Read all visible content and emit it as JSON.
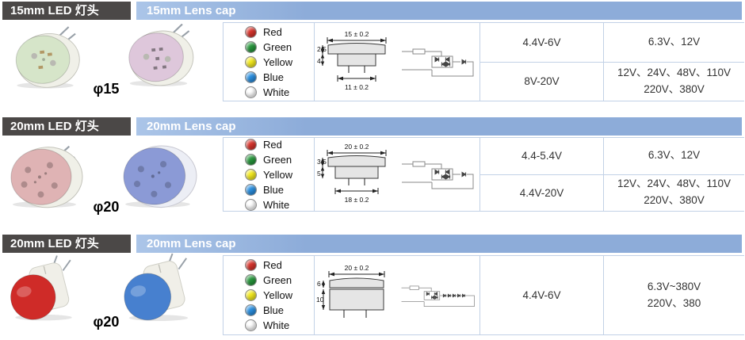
{
  "theme": {
    "tab_bg": "#4b4847",
    "tab_text": "#ffffff",
    "bar_bg_left": "#abc5e8",
    "bar_bg_right": "#8dacd9",
    "bar_text": "#ffffff",
    "table_border": "#c2d1e6",
    "drawing_fill": "#e5e5e5",
    "pin_color": "#98a0a8"
  },
  "legend": [
    {
      "name": "Red",
      "hex": "#d7342c"
    },
    {
      "name": "Green",
      "hex": "#27963c"
    },
    {
      "name": "Yellow",
      "hex": "#f4ea1f"
    },
    {
      "name": "Blue",
      "hex": "#2a8fe0"
    },
    {
      "name": "White",
      "hex": "#ffffff"
    }
  ],
  "sections": [
    {
      "tab_label": "15mm LED 灯头",
      "bar_label": "15mm Lens cap",
      "diameter_label": "φ15",
      "lamps": [
        {
          "style": "disc",
          "face": "#d6e5c9",
          "body": "#f0f0e8"
        },
        {
          "style": "disc",
          "face": "#dec7db",
          "body": "#f0f0e8"
        }
      ],
      "drawing": {
        "top_dim": "15 ± 0.2",
        "cap_h": "2.5",
        "body_h": "4",
        "bottom_dim": "11 ± 0.2"
      },
      "rows": [
        {
          "range": "4.4V-6V",
          "options_line1": "6.3V、12V",
          "options_line2": ""
        },
        {
          "range": "8V-20V",
          "options_line1": "12V、24V、48V、110V",
          "options_line2": "220V、380V"
        }
      ]
    },
    {
      "tab_label": "20mm LED 灯头",
      "bar_label": "20mm Lens cap",
      "diameter_label": "φ20",
      "lamps": [
        {
          "style": "disc",
          "face": "#dfb3b4",
          "body": "#f0f0e8"
        },
        {
          "style": "disc",
          "face": "#8b9ad6",
          "body": "#eceef5"
        }
      ],
      "drawing": {
        "top_dim": "20 ± 0.2",
        "cap_h": "3.5",
        "body_h": "5",
        "bottom_dim": "18 ± 0.2"
      },
      "rows": [
        {
          "range": "4.4-5.4V",
          "options_line1": "6.3V、12V",
          "options_line2": ""
        },
        {
          "range": "4.4V-20V",
          "options_line1": "12V、24V、48V、110V",
          "options_line2": "220V、380V"
        }
      ]
    },
    {
      "tab_label": "20mm LED 灯头",
      "bar_label": "20mm Lens cap",
      "diameter_label": "φ20",
      "lamps": [
        {
          "style": "dome",
          "face": "#cf2b28",
          "body": "#f0efe8"
        },
        {
          "style": "dome",
          "face": "#4780cf",
          "body": "#f0efe8"
        }
      ],
      "drawing": {
        "top_dim": "20 ± 0.2",
        "cap_h": "6",
        "body_h": "10",
        "bottom_dim": ""
      },
      "rows": [
        {
          "range": "4.4V-6V",
          "options_line1": "6.3V~380V",
          "options_line2": "220V、380"
        }
      ]
    }
  ]
}
